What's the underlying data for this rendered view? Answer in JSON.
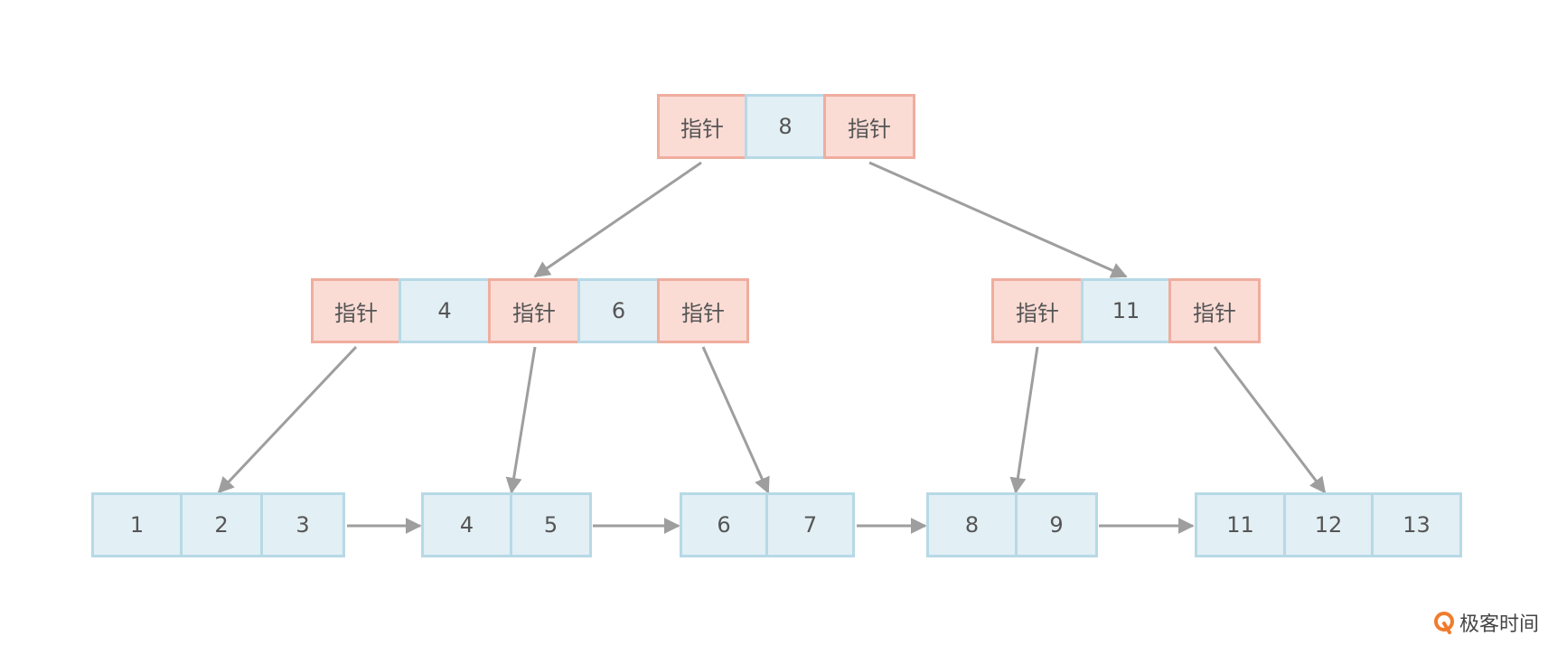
{
  "diagram": {
    "pointer_label": "指针",
    "root": {
      "cells": [
        "指针",
        "8",
        "指针"
      ]
    },
    "internal": [
      {
        "name": "internal-left",
        "cells": [
          "指针",
          "4",
          "指针",
          "6",
          "指针"
        ]
      },
      {
        "name": "internal-right",
        "cells": [
          "指针",
          "11",
          "指针"
        ]
      }
    ],
    "leaves": [
      {
        "name": "leaf-1",
        "cells": [
          "1",
          "2",
          "3"
        ]
      },
      {
        "name": "leaf-2",
        "cells": [
          "4",
          "5"
        ]
      },
      {
        "name": "leaf-3",
        "cells": [
          "6",
          "7"
        ]
      },
      {
        "name": "leaf-4",
        "cells": [
          "8",
          "9"
        ]
      },
      {
        "name": "leaf-5",
        "cells": [
          "11",
          "12",
          "13"
        ]
      }
    ]
  },
  "colors": {
    "pointer_fill": "#fadcd5",
    "pointer_border": "#f0ad9e",
    "key_fill": "#e2eff5",
    "key_border": "#b7d9e6",
    "arrow": "#9e9e9e",
    "logo": "#f07c2c"
  },
  "watermark": {
    "text": "极客时间",
    "icon": "geektime-logo-icon"
  }
}
